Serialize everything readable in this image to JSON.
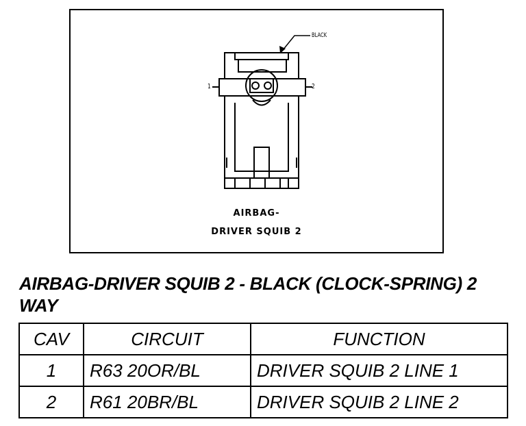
{
  "figure": {
    "callout_color_label": "BLACK",
    "pin_label_left": "1",
    "pin_label_right": "2",
    "label_line1": "AIRBAG-",
    "label_line2": "DRIVER SQUIB 2"
  },
  "heading": "AIRBAG-DRIVER SQUIB 2 - BLACK (CLOCK-SPRING) 2 WAY",
  "table": {
    "headers": [
      "CAV",
      "CIRCUIT",
      "FUNCTION"
    ],
    "rows": [
      {
        "cav": "1",
        "circuit": "R63 20OR/BL",
        "function": "DRIVER SQUIB 2 LINE 1"
      },
      {
        "cav": "2",
        "circuit": "R61 20BR/BL",
        "function": "DRIVER SQUIB 2 LINE 2"
      }
    ]
  }
}
